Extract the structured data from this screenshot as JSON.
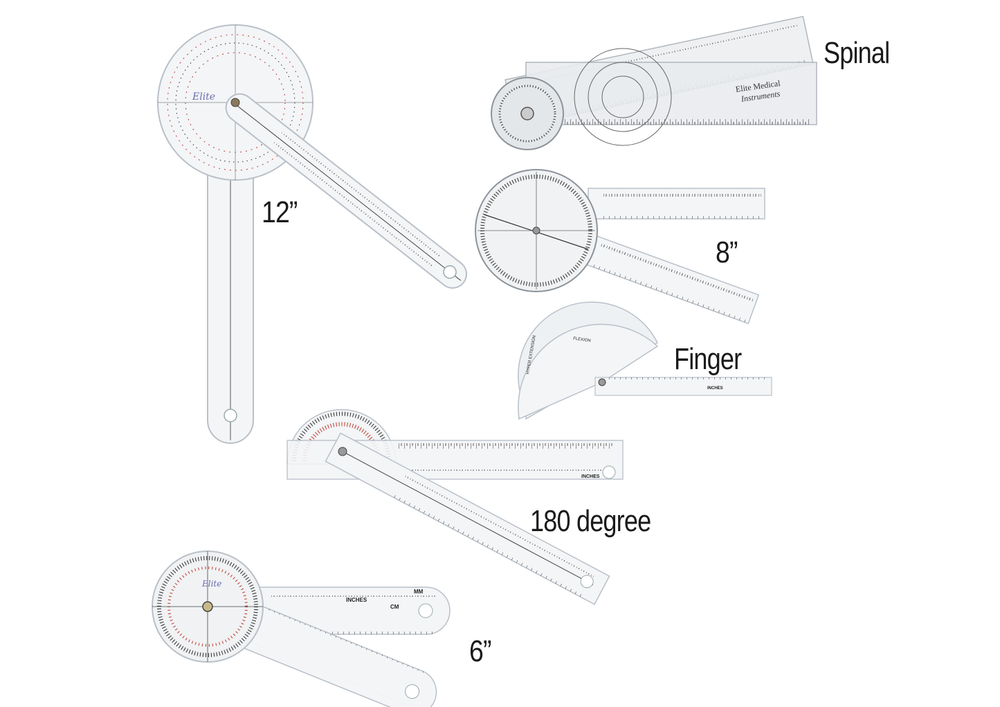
{
  "labels": {
    "spinal": "Spinal",
    "twelve_inch": "12”",
    "eight_inch": "8”",
    "finger": "Finger",
    "one_eighty": "180 degree",
    "six_inch": "6”"
  },
  "printed": {
    "logo": "Elite",
    "brand_line1": "Elite Medical",
    "brand_line2": "Instruments",
    "unit_inches": "INCHES",
    "unit_cm": "CM",
    "unit_mm": "MM",
    "flexion": "FLEXION",
    "hyper_extension": "HYPER EXTENSION"
  },
  "colors": {
    "plastic": "#f3f5f7",
    "edge": "#b9c0c8",
    "tick": "#2b2b2b",
    "red_scale": "#c0392b",
    "logo": "#6b6bb0"
  }
}
